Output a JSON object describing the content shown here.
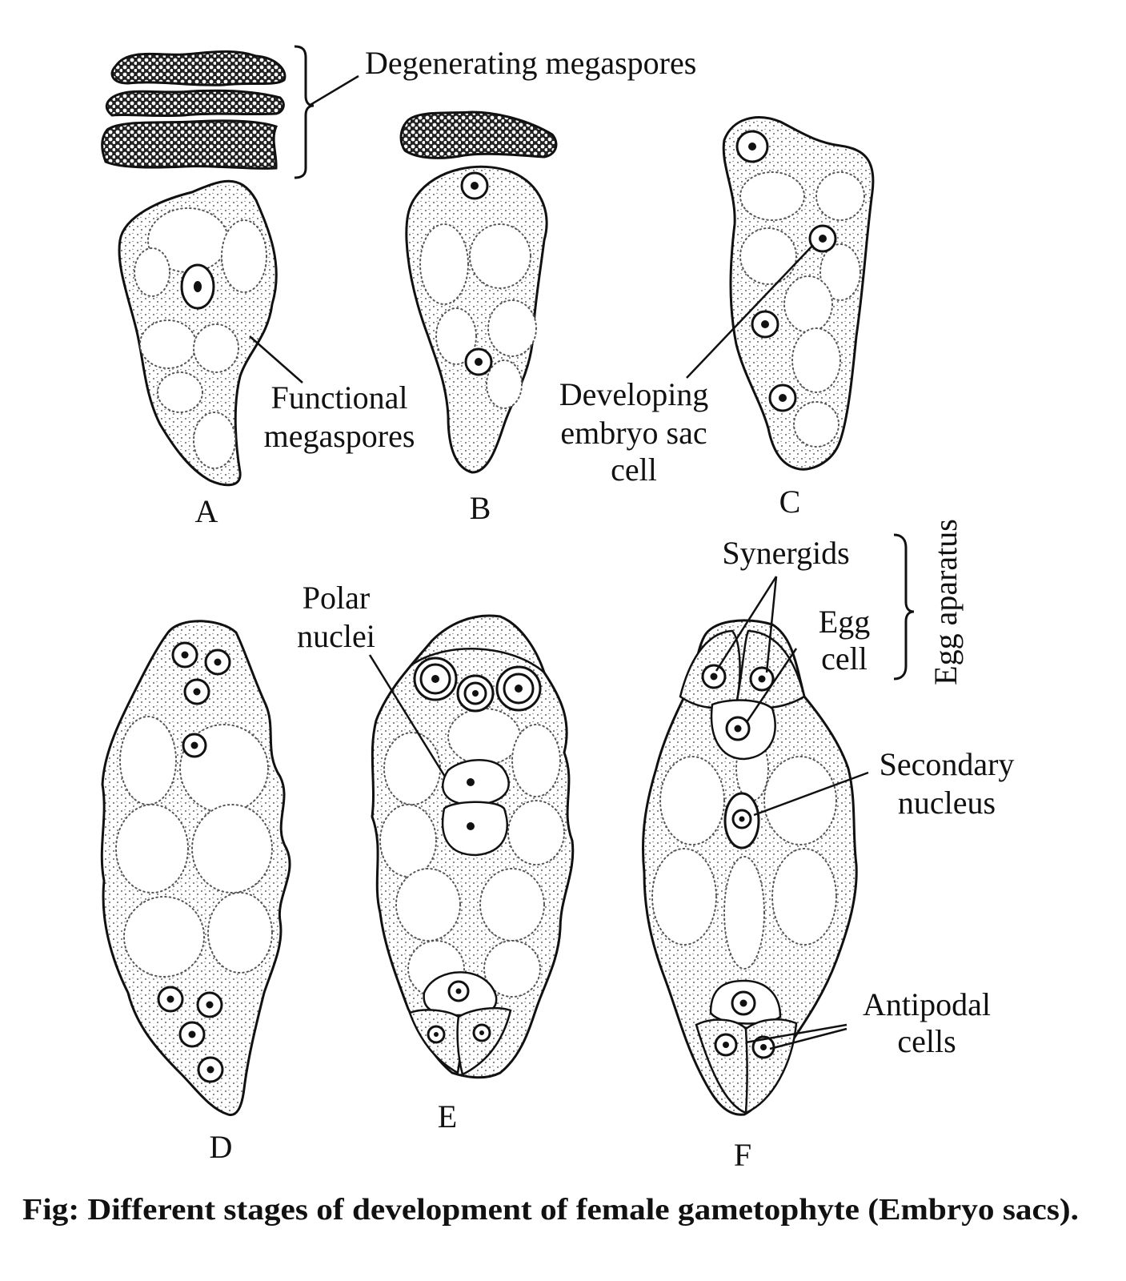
{
  "labels": {
    "degenerating": "Degenerating megaspores",
    "functional_1": "Functional",
    "functional_2": "megaspores",
    "developing_1": "Developing",
    "developing_2": "embryo sac",
    "developing_3": "cell",
    "polar_1": "Polar",
    "polar_2": "nuclei",
    "synergids": "Synergids",
    "egg_1": "Egg",
    "egg_2": "cell",
    "egg_apparatus": "Egg aparatus",
    "secondary_1": "Secondary",
    "secondary_2": "nucleus",
    "antipodal_1": "Antipodal",
    "antipodal_2": "cells"
  },
  "stages": [
    "A",
    "B",
    "C",
    "D",
    "E",
    "F"
  ],
  "caption": "Fig: Different stages of development of female gametophyte (Embryo sacs)."
}
